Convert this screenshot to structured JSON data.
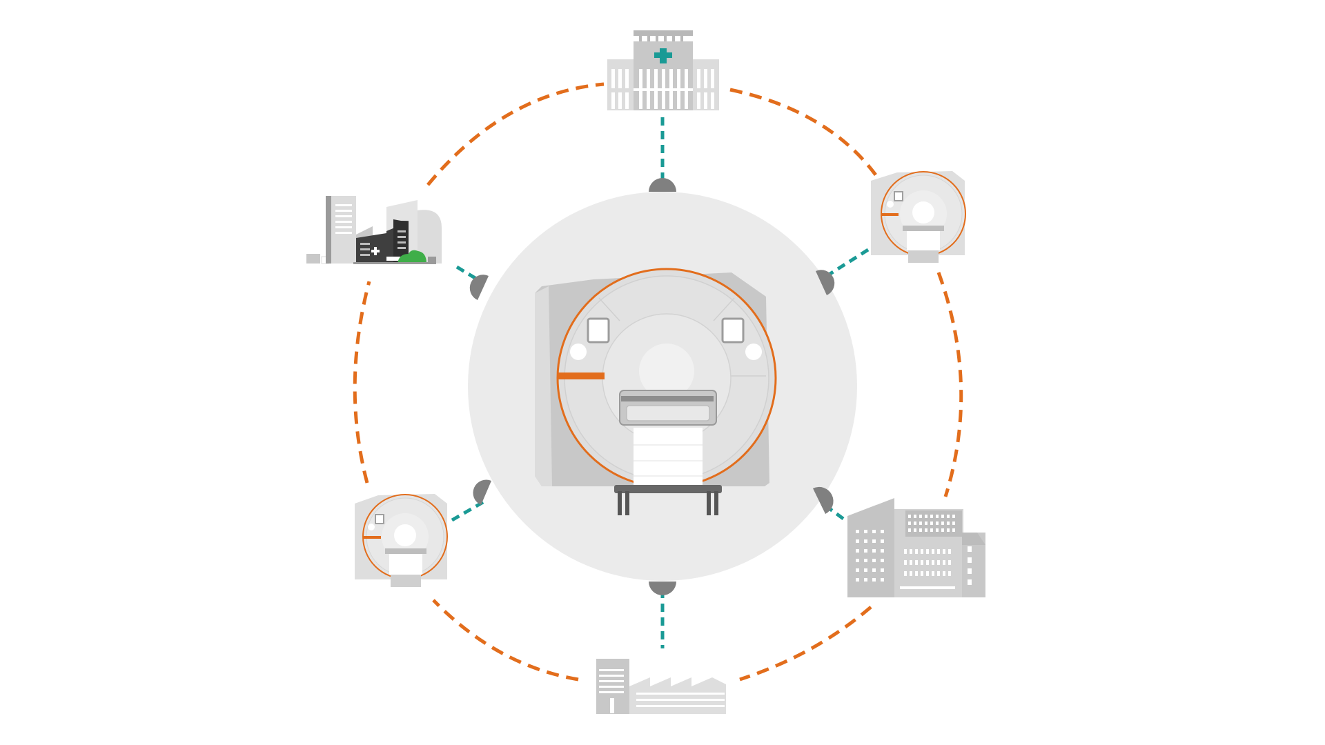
{
  "diagram": {
    "colors": {
      "ring": "#e26d1c",
      "connector": "#1a9a95",
      "hub": "#ebebeb",
      "port": "#808080",
      "building_light": "#dcdcdc",
      "building_mid": "#c4c4c4",
      "building_dark": "#4a4a4a",
      "cross": "#1a9a95",
      "tree": "#3fae49"
    },
    "hub": {
      "name": "mri-scanner"
    },
    "nodes": [
      {
        "name": "hospital",
        "icon": "hospital-icon"
      },
      {
        "name": "mri-scanner-small-right",
        "icon": "mri-scanner-icon"
      },
      {
        "name": "office-complex",
        "icon": "office-building-icon"
      },
      {
        "name": "factory",
        "icon": "factory-icon"
      },
      {
        "name": "mri-scanner-small-left",
        "icon": "mri-scanner-icon"
      },
      {
        "name": "clinic-campus",
        "icon": "clinic-campus-icon"
      }
    ]
  }
}
